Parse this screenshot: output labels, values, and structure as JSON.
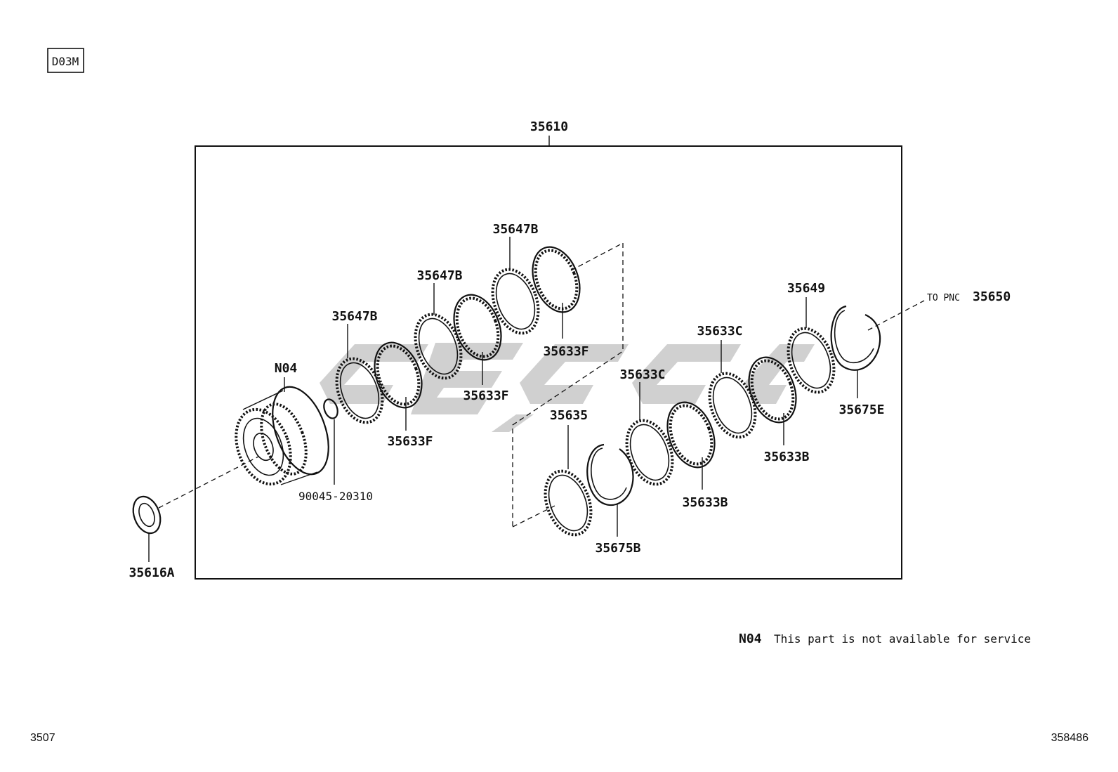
{
  "header_code": "D03M",
  "assembly": {
    "number": "35610"
  },
  "parts": {
    "retainer_ring_35616A": "35616A",
    "drum_N04": "N04",
    "snap_ring_90045": "90045-20310",
    "plate_35647B_1": "35647B",
    "plate_35647B_2": "35647B",
    "plate_35647B_3": "35647B",
    "disc_35633F_1": "35633F",
    "disc_35633F_2": "35633F",
    "disc_35633F_3": "35633F",
    "plate_35635": "35635",
    "snap_ring_35675B": "35675B",
    "disc_35633C_1": "35633C",
    "disc_35633C_2": "35633C",
    "disc_35633B_1": "35633B",
    "disc_35633B_2": "35633B",
    "plate_35649": "35649",
    "snap_ring_35675E": "35675E"
  },
  "reference": {
    "prefix": "TO PNC",
    "number": "35650"
  },
  "note": {
    "code": "N04",
    "text": "This part is not available for service"
  },
  "footer": {
    "left": "3507",
    "right": "358486"
  }
}
